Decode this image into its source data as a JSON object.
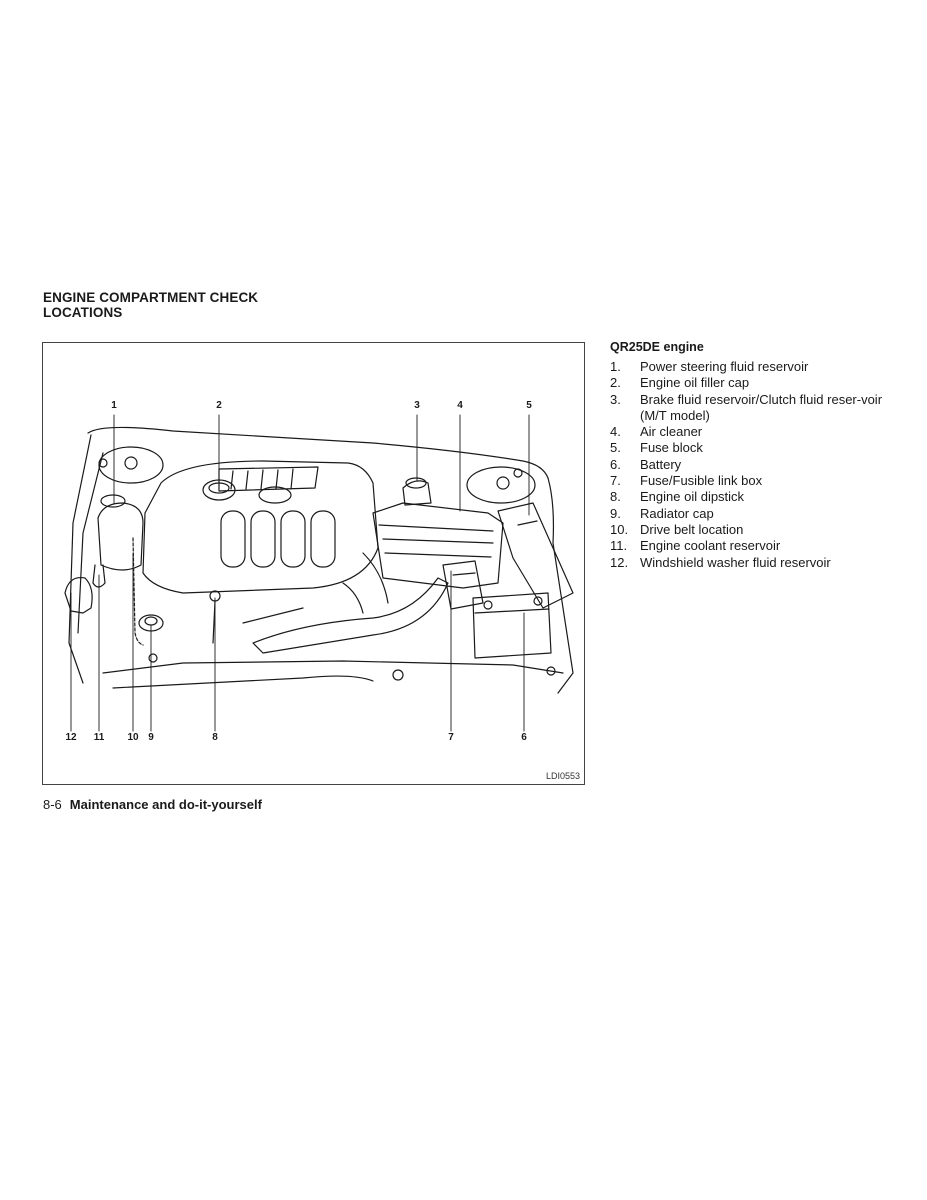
{
  "section": {
    "title_line1": "ENGINE COMPARTMENT CHECK",
    "title_line2": "LOCATIONS"
  },
  "figure": {
    "code": "LDI0553",
    "callouts_top": [
      "1",
      "2",
      "3",
      "4",
      "5"
    ],
    "callouts_bottom": [
      "12",
      "11",
      "10",
      "9",
      "8",
      "7",
      "6"
    ]
  },
  "legend": {
    "heading": "QR25DE engine",
    "items": [
      {
        "num": "1.",
        "text": "Power steering fluid reservoir"
      },
      {
        "num": "2.",
        "text": "Engine oil filler cap"
      },
      {
        "num": "3.",
        "text": "Brake fluid reservoir/Clutch fluid reser-voir (M/T model)"
      },
      {
        "num": "4.",
        "text": "Air cleaner"
      },
      {
        "num": "5.",
        "text": "Fuse block"
      },
      {
        "num": "6.",
        "text": "Battery"
      },
      {
        "num": "7.",
        "text": "Fuse/Fusible link box"
      },
      {
        "num": "8.",
        "text": "Engine oil dipstick"
      },
      {
        "num": "9.",
        "text": "Radiator cap"
      },
      {
        "num": "10.",
        "text": "Drive belt location"
      },
      {
        "num": "11.",
        "text": "Engine coolant reservoir"
      },
      {
        "num": "12.",
        "text": "Windshield washer fluid reservoir"
      }
    ]
  },
  "footer": {
    "page": "8-6",
    "chapter": "Maintenance and do-it-yourself"
  }
}
